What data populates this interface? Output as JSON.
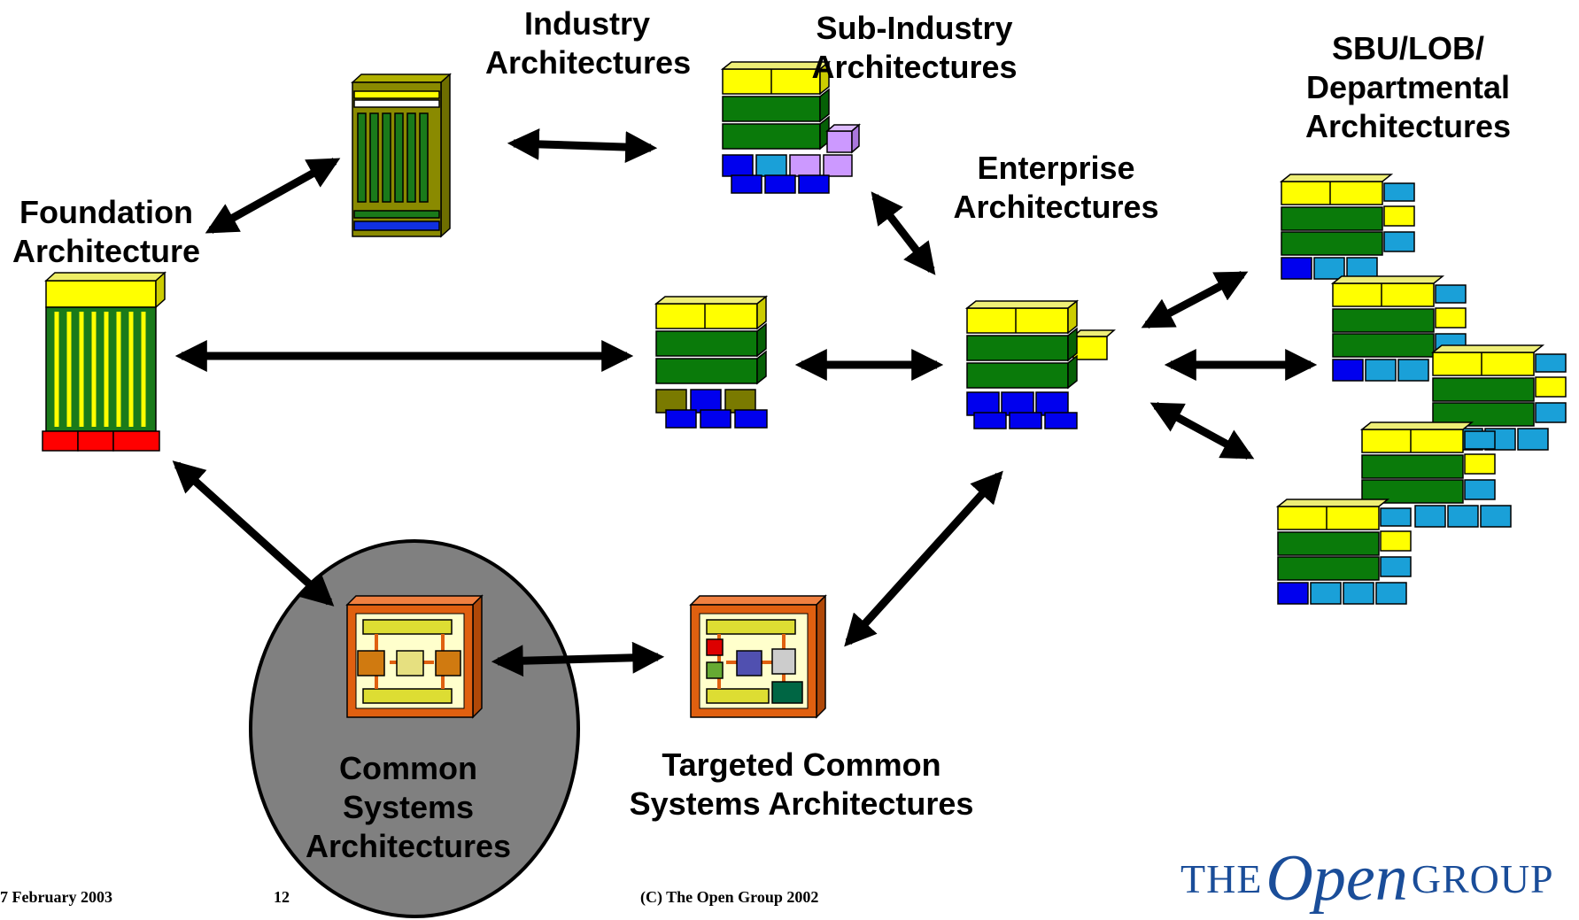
{
  "labels": {
    "industry_line1": "Industry",
    "industry_line2": "Architectures",
    "subindustry_line1": "Sub-Industry",
    "subindustry_line2": "Architectures",
    "sbu_line1": "SBU/LOB/",
    "sbu_line2": "Departmental",
    "sbu_line3": "Architectures",
    "enterprise_line1": "Enterprise",
    "enterprise_line2": "Architectures",
    "foundation_line1": "Foundation",
    "foundation_line2": "Architecture",
    "common_line1": "Common",
    "common_line2": "Systems",
    "common_line3": "Architectures",
    "targeted_line1": "Targeted Common",
    "targeted_line2": "Systems Architectures"
  },
  "footer": {
    "date": "7 February 2003",
    "page": "12",
    "copyright": "(C) The Open Group 2002"
  },
  "logo": {
    "the": "THE",
    "open": "Open",
    "group": "GROUP"
  },
  "colors": {
    "yellow": "#ffff00",
    "green": "#0a7a0a",
    "blue": "#0000ee",
    "cyan": "#1aa0d8",
    "lilac": "#cc99ff",
    "red": "#ff0000",
    "olive": "#7a7a00",
    "orange": "#e06010",
    "gray_circle": "#808080",
    "logo_blue": "#1a4d99"
  }
}
